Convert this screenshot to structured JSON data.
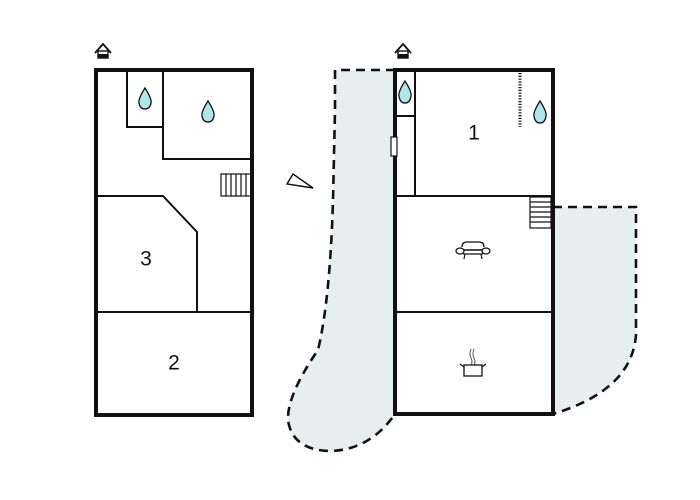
{
  "diagram": {
    "type": "floor-plan",
    "floors": [
      {
        "id": "upper-floor",
        "entrance_icon": "house-entrance-icon",
        "rooms": [
          {
            "label": "3",
            "type": "bedroom"
          },
          {
            "label": "2",
            "type": "bedroom"
          },
          {
            "label": "",
            "type": "bathroom",
            "icon": "water-drop-icon"
          },
          {
            "label": "",
            "type": "bathroom",
            "icon": "water-drop-icon"
          },
          {
            "label": "",
            "type": "staircase"
          }
        ]
      },
      {
        "id": "ground-floor",
        "entrance_icon": "house-entrance-icon",
        "rooms": [
          {
            "label": "1",
            "type": "bedroom",
            "icon": "water-drop-icon"
          },
          {
            "label": "",
            "type": "bathroom",
            "icon": "water-drop-icon"
          },
          {
            "label": "",
            "type": "living-room",
            "icon": "sofa-icon"
          },
          {
            "label": "",
            "type": "kitchen",
            "icon": "cooking-pot-icon"
          },
          {
            "label": "",
            "type": "staircase"
          }
        ],
        "terraces": [
          "left-terrace",
          "right-terrace"
        ]
      }
    ],
    "compass_icon": "north-arrow-triangle-icon",
    "colors": {
      "wall": "#111111",
      "terrace_fill": "#e6eeef",
      "water_drop": "#aee6ec",
      "background": "#ffffff"
    }
  },
  "labels": {
    "room_1": "1",
    "room_2": "2",
    "room_3": "3"
  }
}
